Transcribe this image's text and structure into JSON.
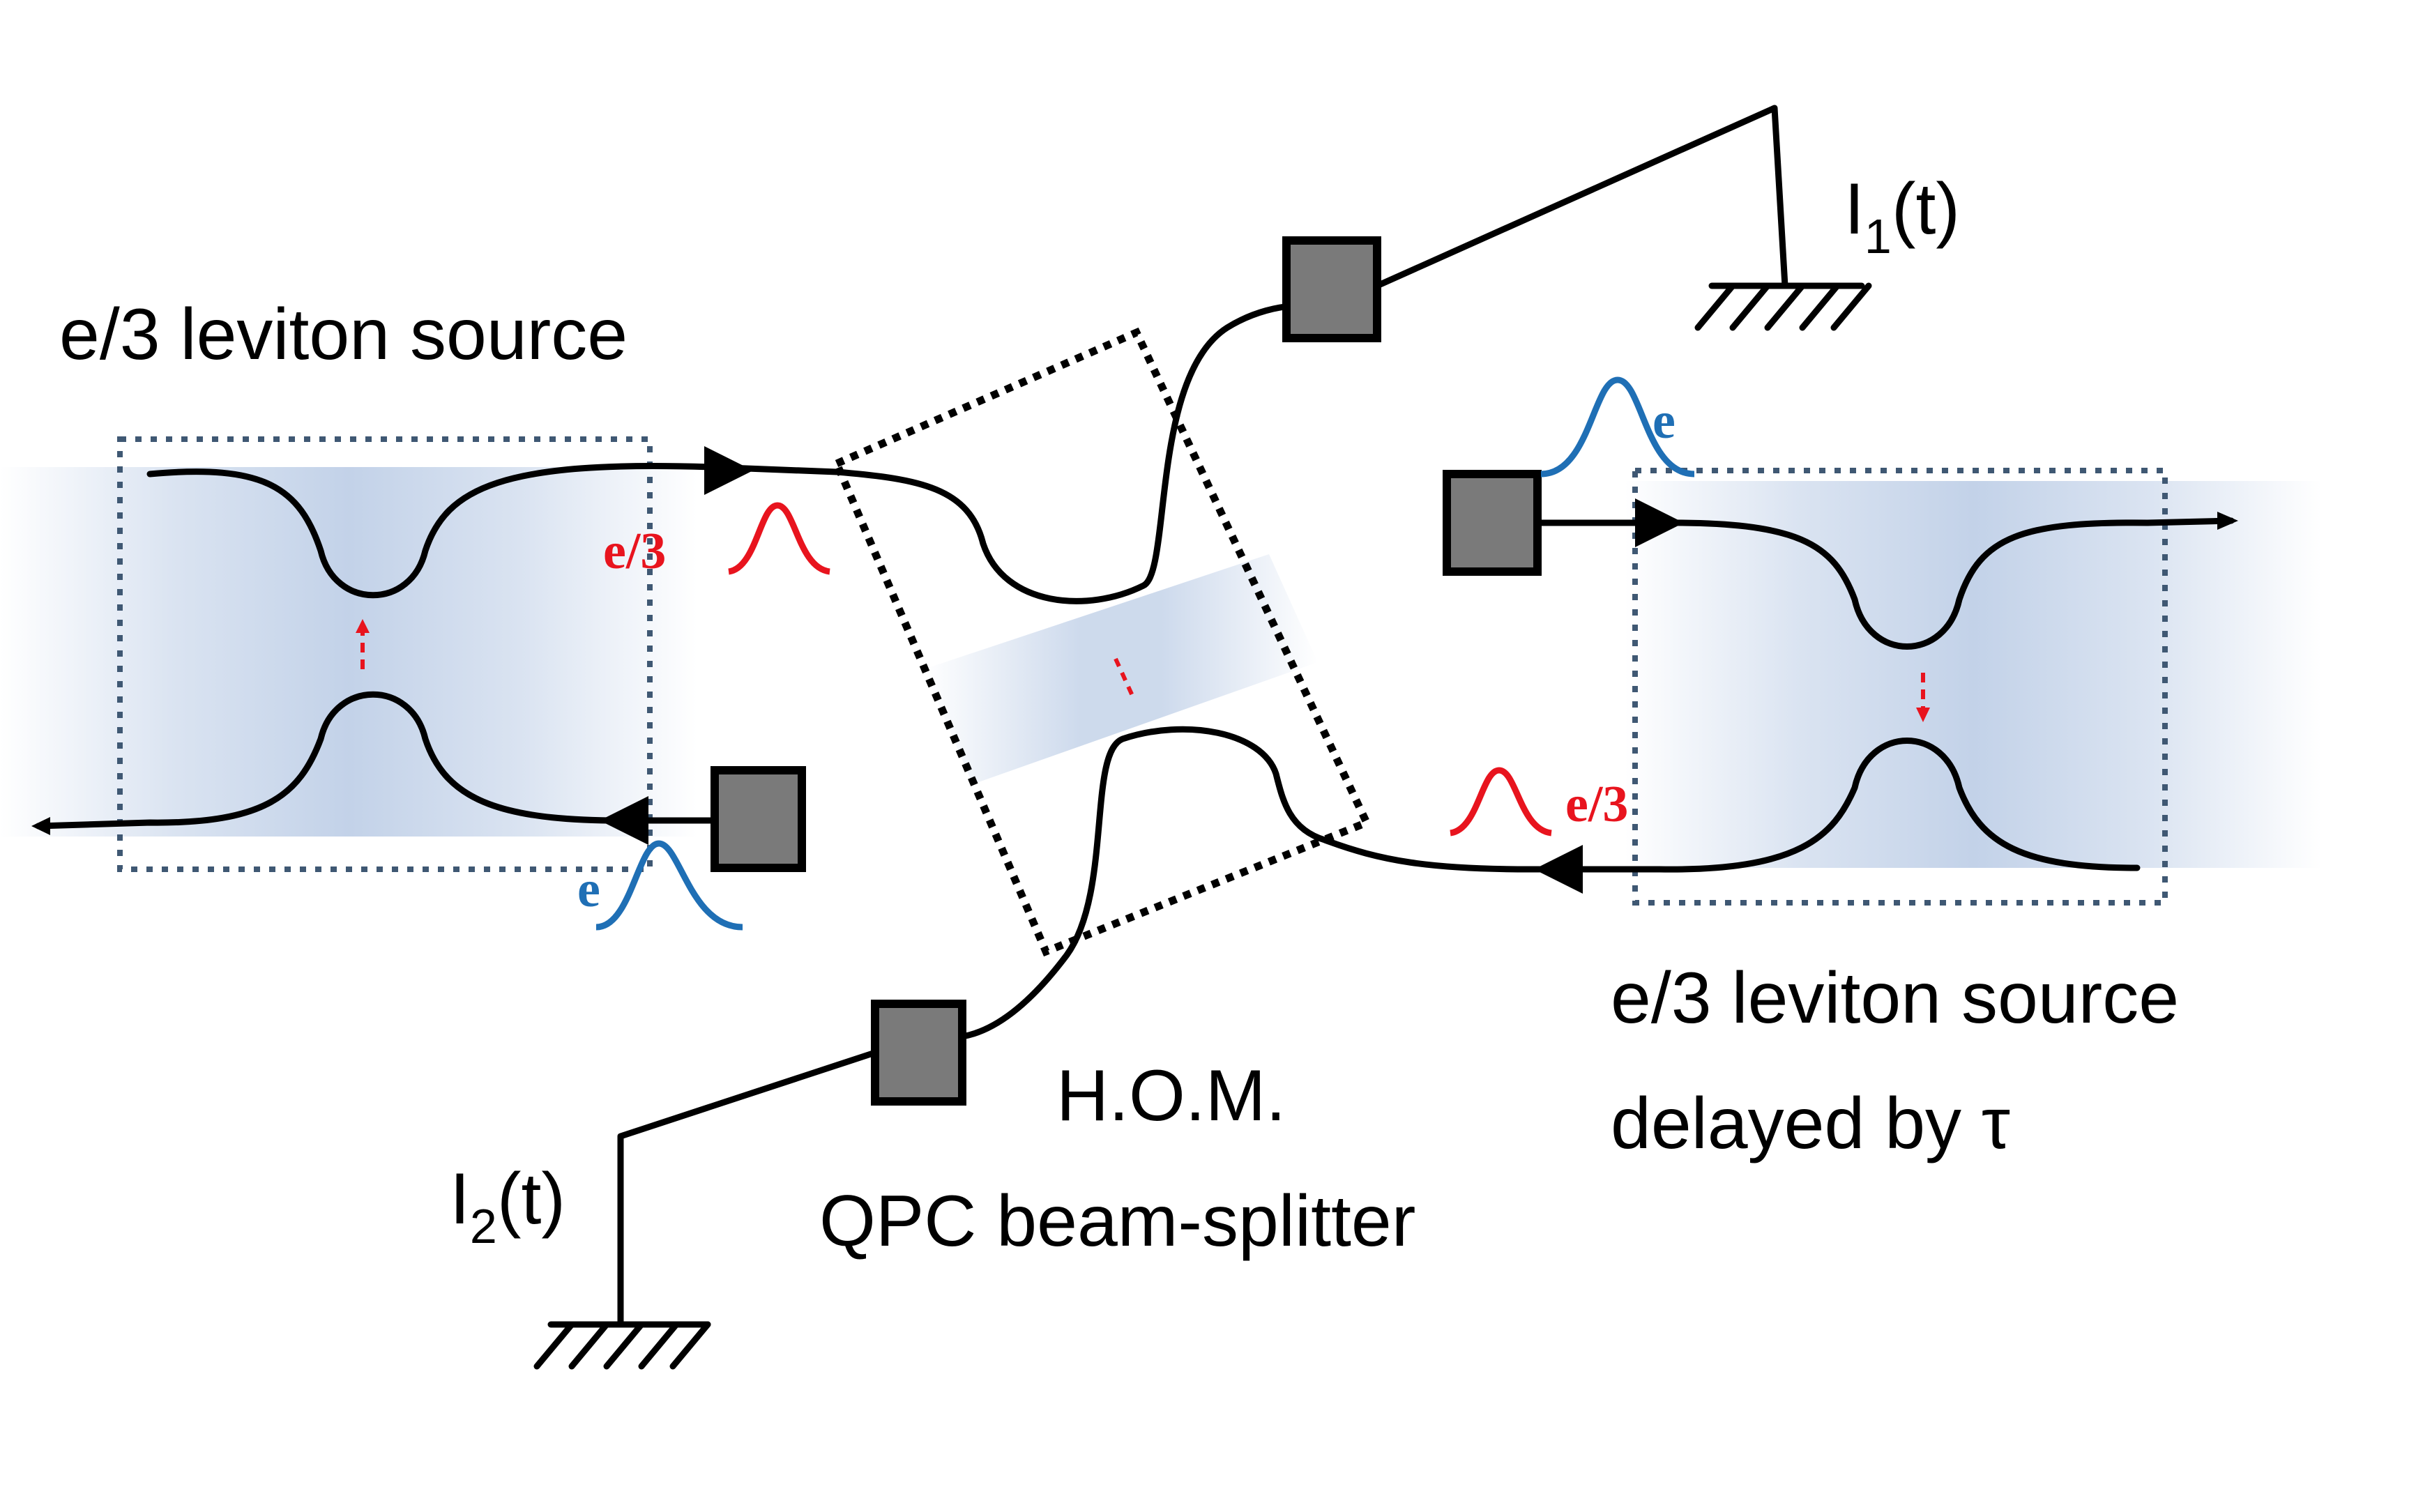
{
  "left_source": {
    "title": "e/3 leviton source",
    "out_charge": "e/3",
    "in_charge": "e"
  },
  "right_source": {
    "title_line1": "e/3 leviton source",
    "title_line2": "delayed by τ",
    "out_charge": "e/3",
    "in_charge": "e"
  },
  "beam_splitter": {
    "line1": "H.O.M.",
    "line2": "QPC beam-splitter"
  },
  "current_1": {
    "symbol": "I",
    "subscript": "1",
    "arg": "(t)"
  },
  "current_2": {
    "symbol": "I",
    "subscript": "2",
    "arg": "(t)"
  },
  "colors": {
    "fractional_pulse": "#e8141e",
    "electron_pulse": "#1f6fb5",
    "source_region": "#bccde6",
    "contact_fill": "#7a7a7a"
  }
}
